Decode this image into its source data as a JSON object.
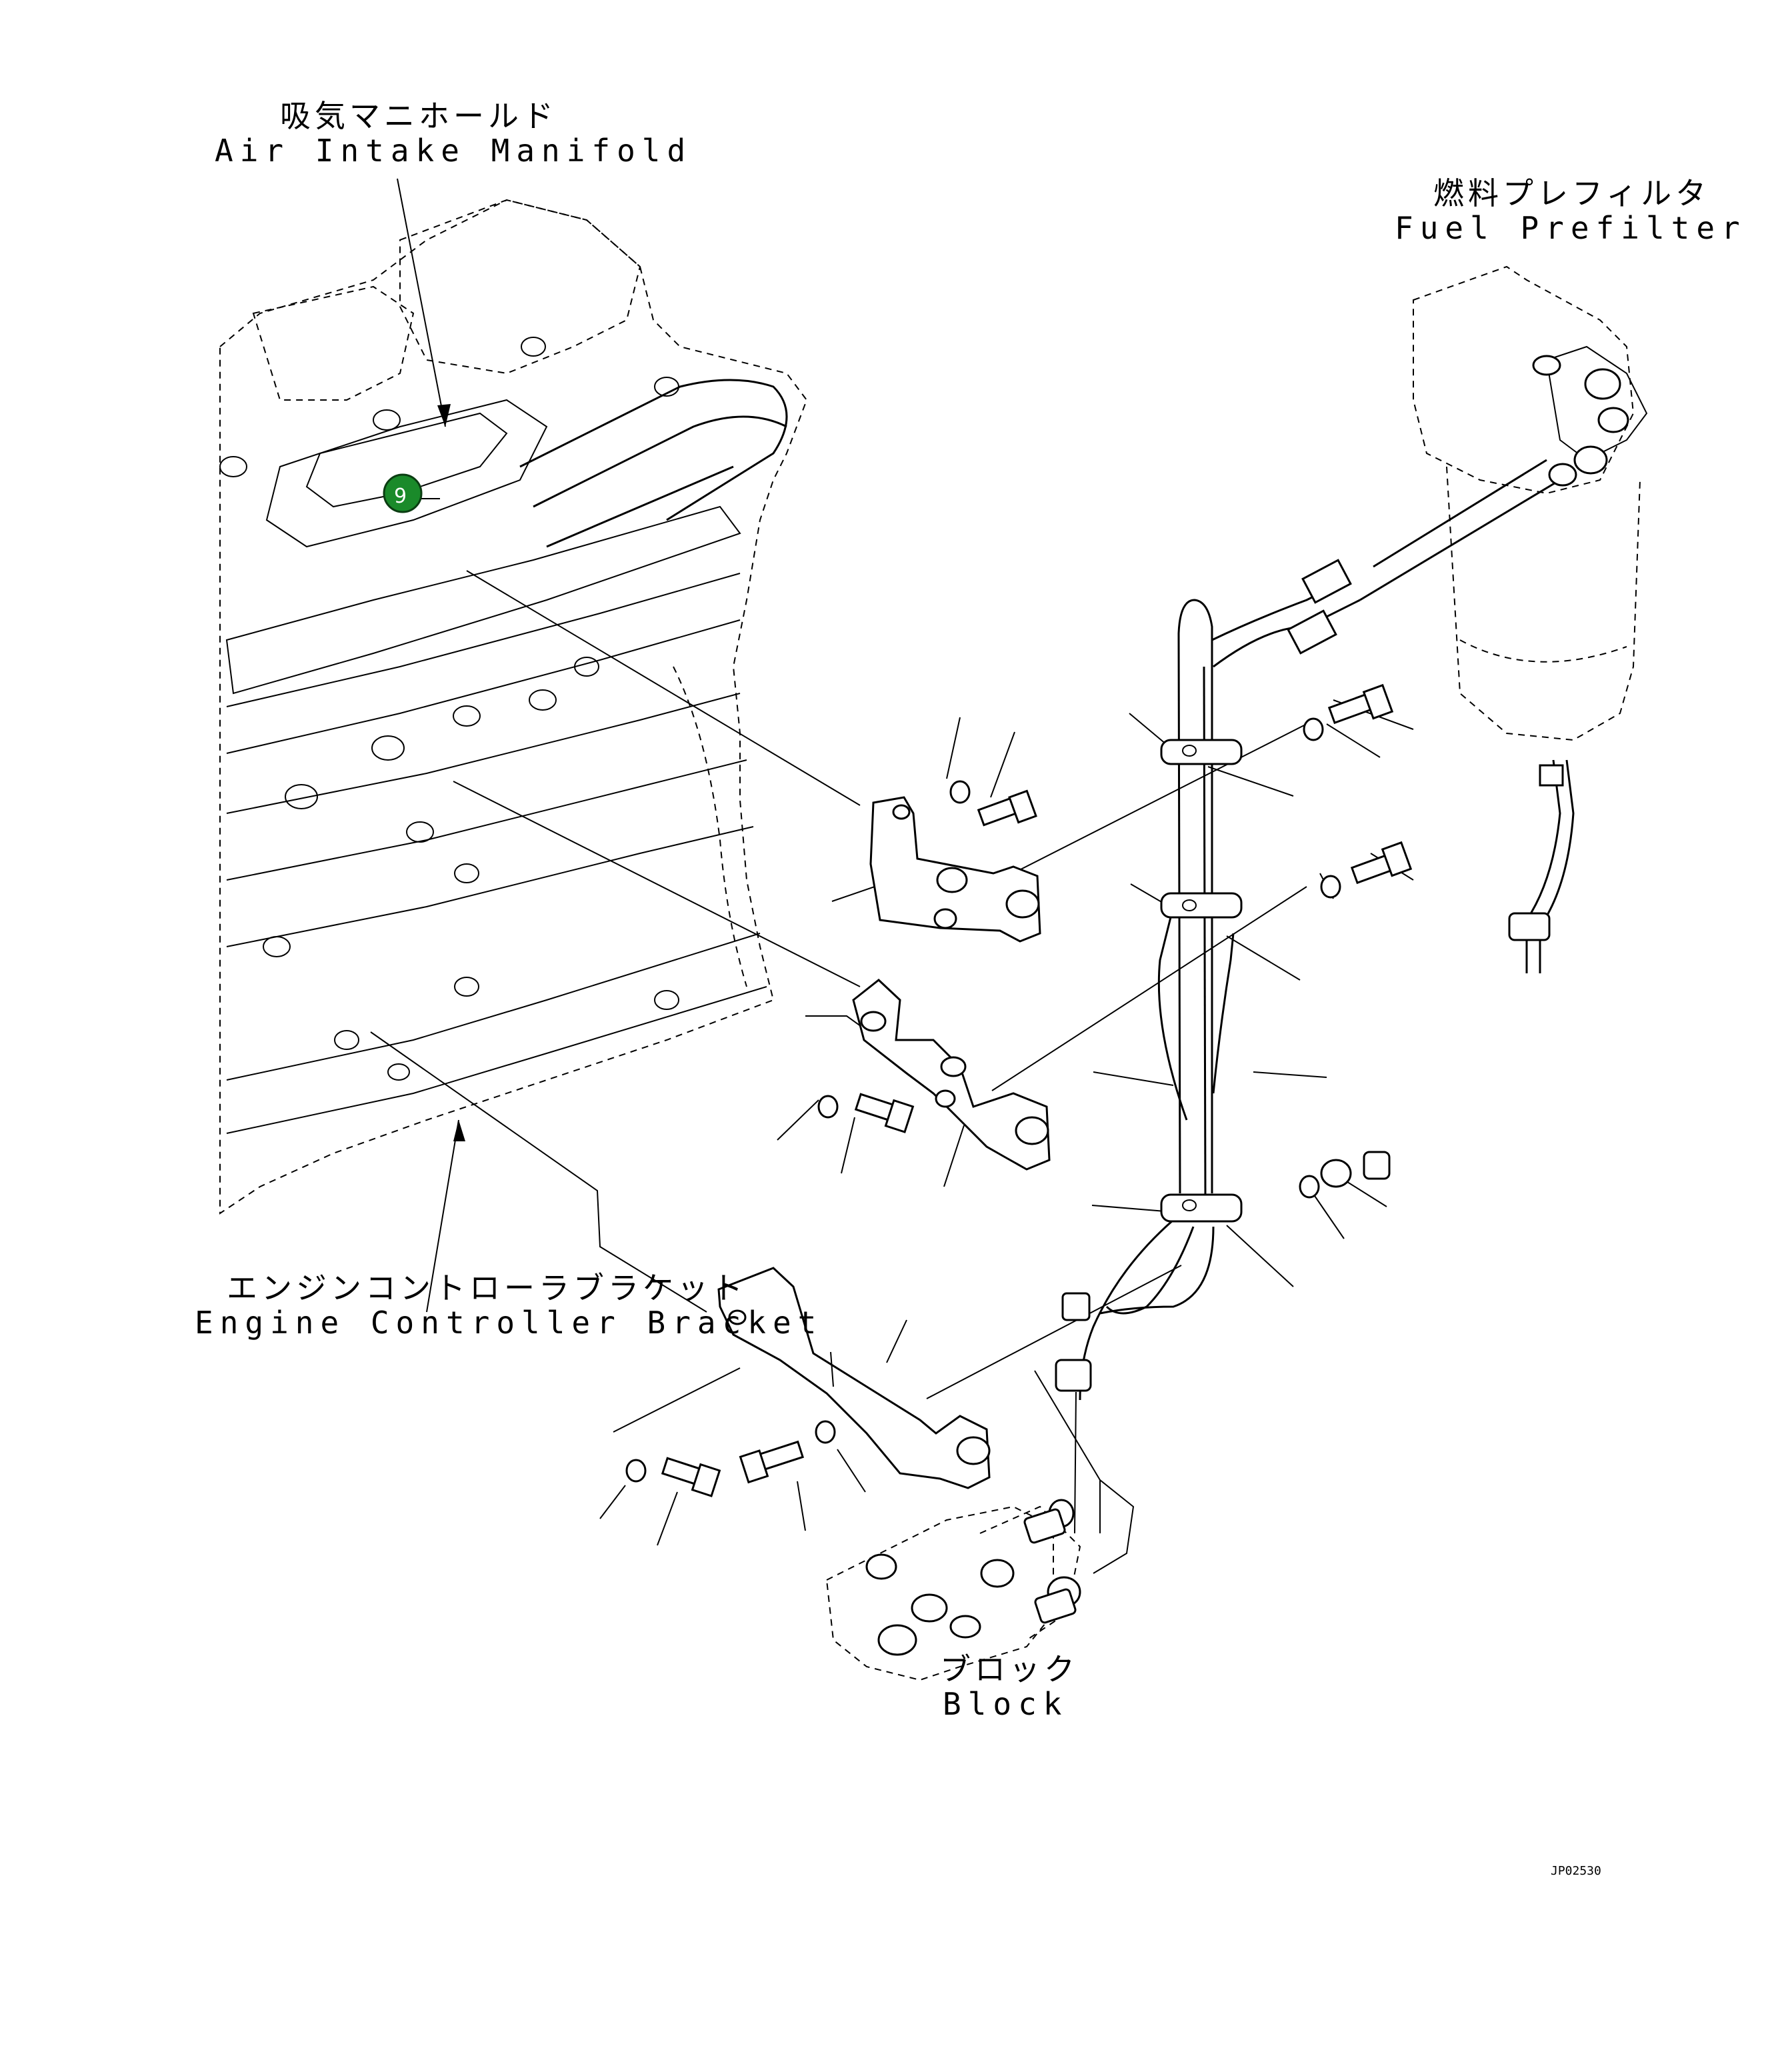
{
  "labels": {
    "air_intake_jp": "吸気マニホールド",
    "air_intake_en": "Air Intake Manifold",
    "fuel_prefilter_jp": "燃料プレフィルタ",
    "fuel_prefilter_en": "Fuel Prefilter",
    "engine_bracket_jp": "エンジンコントローラブラケット",
    "engine_bracket_en": "Engine Controller Bracket",
    "block_jp": "ブロック",
    "block_en": "Block"
  },
  "callout": {
    "number": "9",
    "color": "#1a8a2a"
  },
  "drawing_id": "JP02530"
}
